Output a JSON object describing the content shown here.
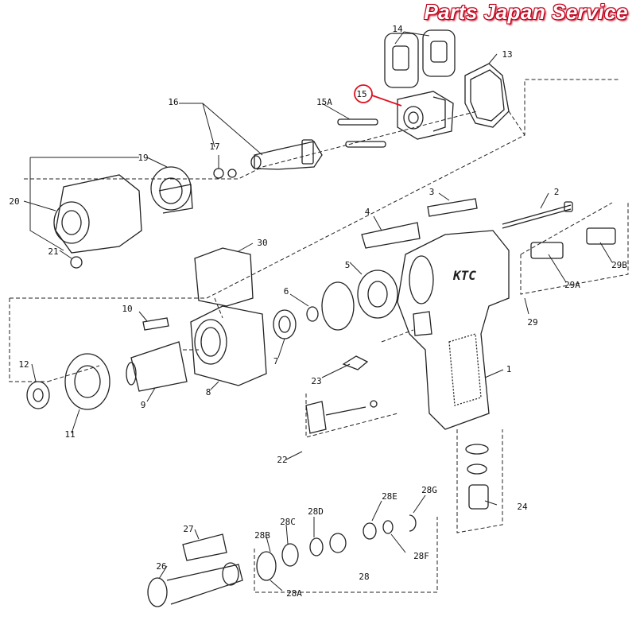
{
  "brand": {
    "watermark": "Parts Japan Service"
  },
  "highlight": {
    "part": "15",
    "color": "#e0101e"
  },
  "labels": {
    "p1": "1",
    "p2": "2",
    "p3": "3",
    "p4": "4",
    "p5": "5",
    "p6": "6",
    "p7": "7",
    "p8": "8",
    "p9": "9",
    "p10": "10",
    "p11": "11",
    "p12": "12",
    "p13": "13",
    "p14": "14",
    "p15": "15",
    "p15a": "15A",
    "p16": "16",
    "p17": "17",
    "p19": "19",
    "p20": "20",
    "p21": "21",
    "p22": "22",
    "p23": "23",
    "p24": "24",
    "p26": "26",
    "p27": "27",
    "p28": "28",
    "p28a": "28A",
    "p28b": "28B",
    "p28c": "28C",
    "p28d": "28D",
    "p28e": "28E",
    "p28f": "28F",
    "p28g": "28G",
    "p29": "29",
    "p29a": "29A",
    "p29b": "29B",
    "p30": "30"
  },
  "housing": {
    "logo": "KTC"
  }
}
